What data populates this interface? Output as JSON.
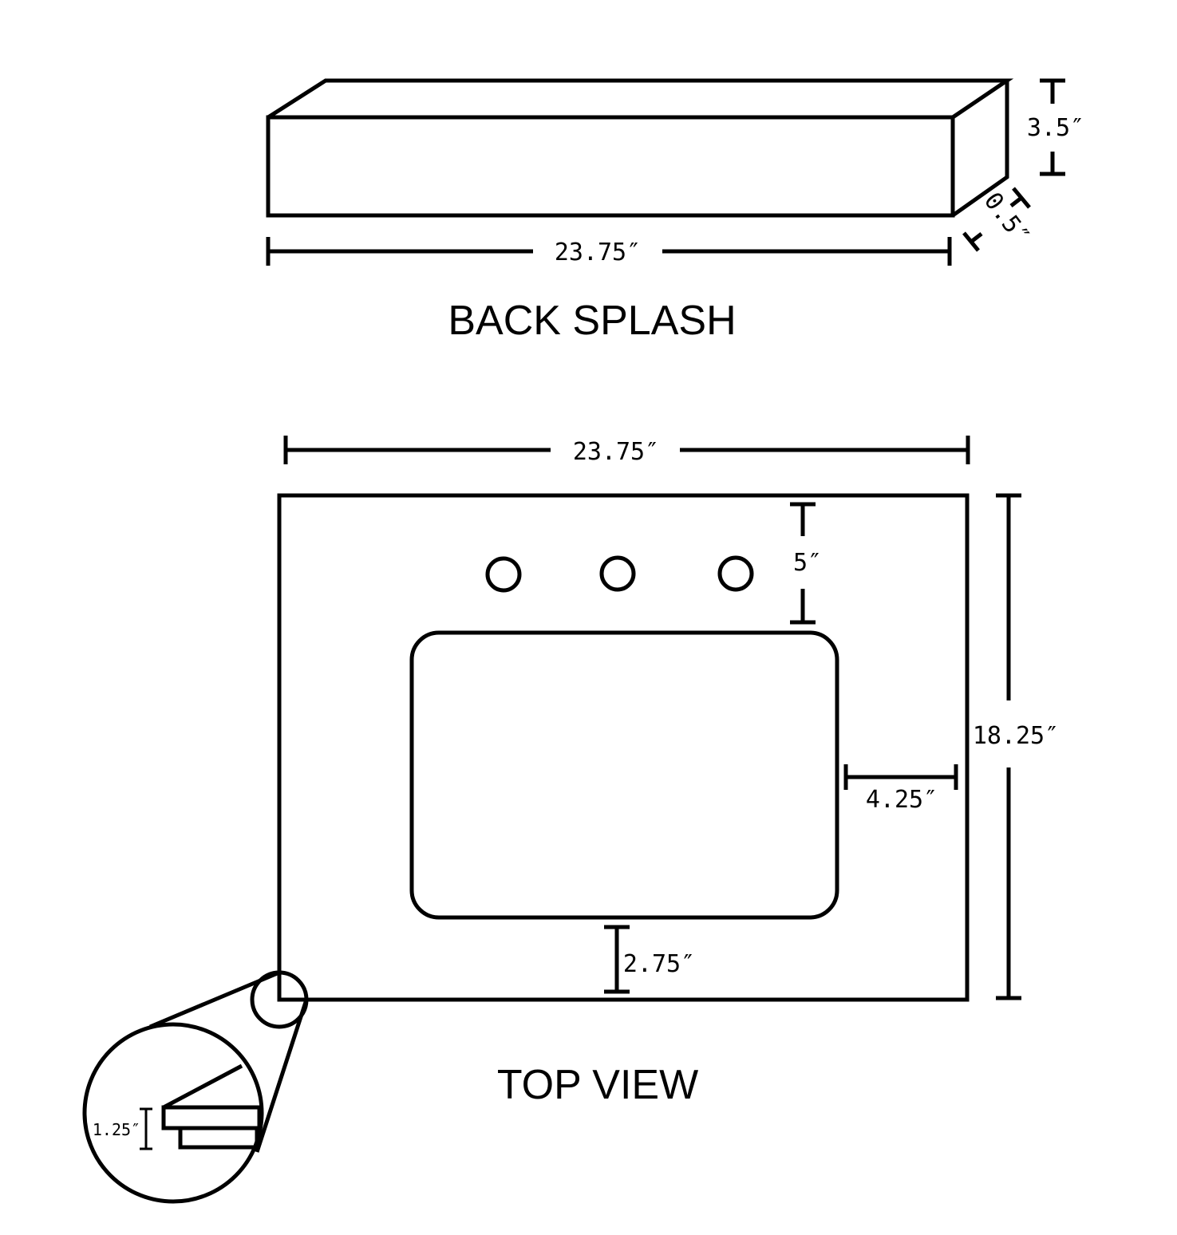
{
  "back_splash": {
    "title": "BACK SPLASH",
    "width_label": "23.75″",
    "height_label": "3.5″",
    "depth_label": "0.5″"
  },
  "top_view": {
    "title": "TOP VIEW",
    "width_label": "23.75″",
    "depth_label": "18.25″",
    "faucet_to_basin_label": "5″",
    "basin_side_label": "4.25″",
    "basin_front_label": "2.75″",
    "edge_thickness_label": "1.25″"
  }
}
